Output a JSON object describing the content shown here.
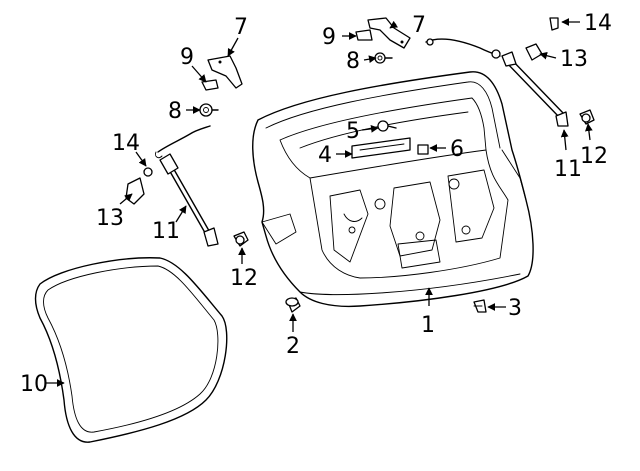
{
  "callouts": {
    "c1": "1",
    "c2": "2",
    "c3": "3",
    "c4": "4",
    "c5": "5",
    "c6": "6",
    "c7_left": "7",
    "c7_right": "7",
    "c8_left": "8",
    "c8_right": "8",
    "c9_left": "9",
    "c9_right": "9",
    "c10": "10",
    "c11_left": "11",
    "c11_right": "11",
    "c12_left": "12",
    "c12_right": "12",
    "c13_left": "13",
    "c13_right": "13",
    "c14_left": "14",
    "c14_right": "14"
  }
}
